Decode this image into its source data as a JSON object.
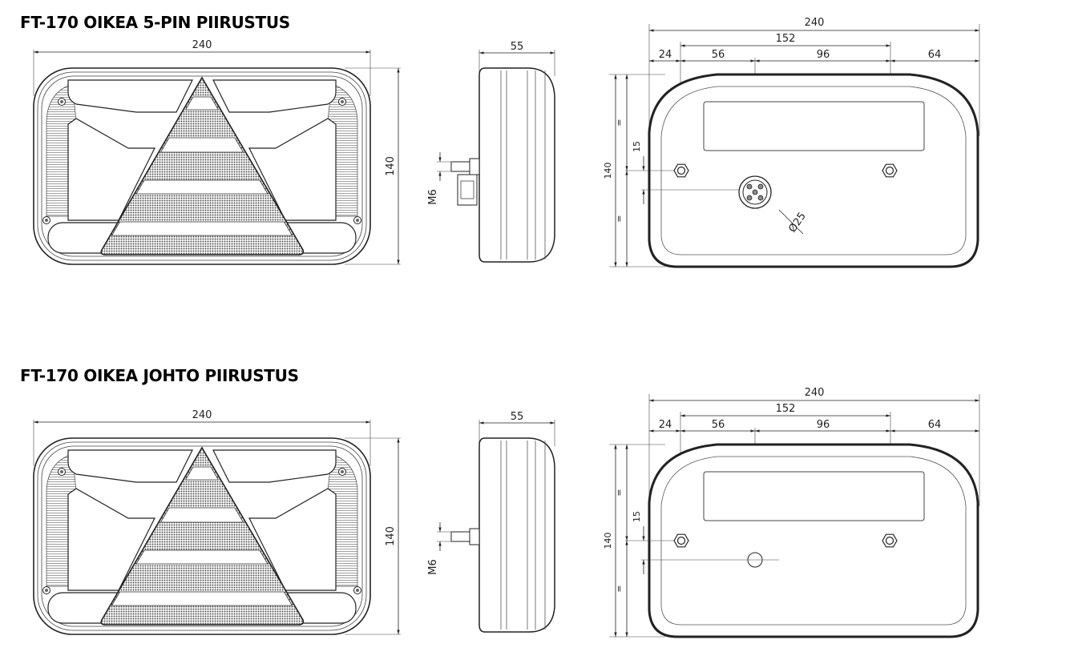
{
  "sections": [
    {
      "title": "FT-170 OIKEA 5-PIN PIIRUSTUS",
      "front": {
        "width": "240",
        "height": "140"
      },
      "side": {
        "depth": "55",
        "thread": "M6"
      },
      "rear": {
        "overall": "240",
        "span": "152",
        "left": "24",
        "a": "56",
        "b": "96",
        "right": "64",
        "height": "140",
        "offset": "15",
        "equal": "=",
        "connector": "Ø25"
      },
      "connector_type": "5-pin"
    },
    {
      "title": "FT-170 OIKEA JOHTO PIIRUSTUS",
      "front": {
        "width": "240",
        "height": "140"
      },
      "side": {
        "depth": "55",
        "thread": "M6"
      },
      "rear": {
        "overall": "240",
        "span": "152",
        "left": "24",
        "a": "56",
        "b": "96",
        "right": "64",
        "height": "140",
        "offset": "15",
        "equal": "="
      },
      "connector_type": "cable"
    }
  ]
}
